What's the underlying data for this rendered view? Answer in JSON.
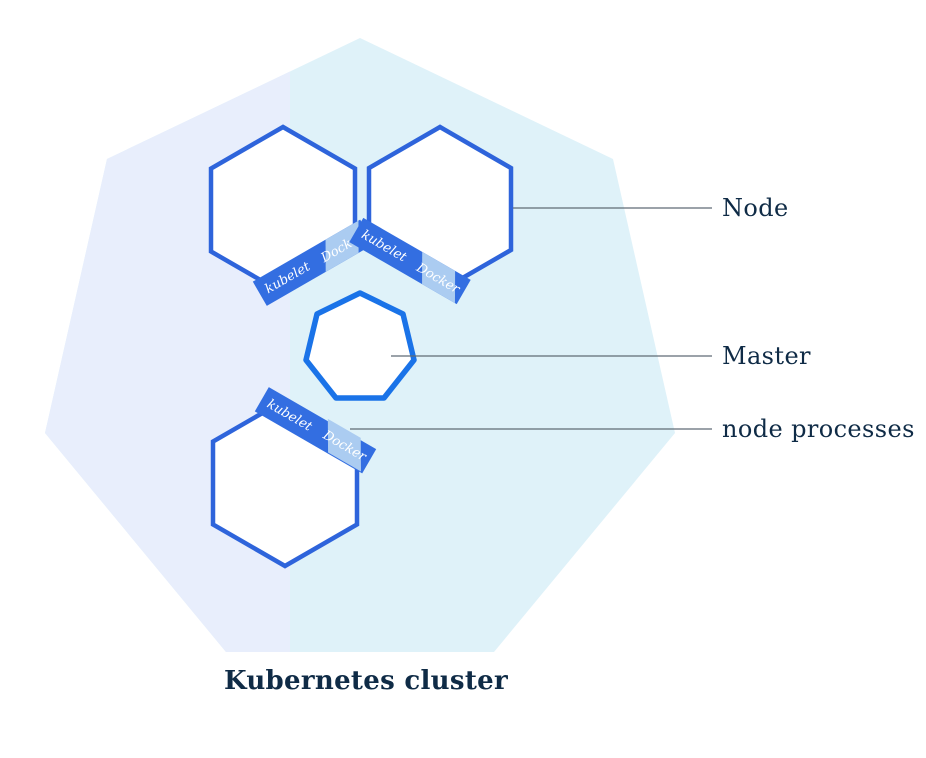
{
  "title": "Kubernetes cluster",
  "legend": {
    "node": "Node",
    "master": "Master",
    "node_processes": "node processes"
  },
  "nodes": [
    {
      "kubelet": "kubelet",
      "docker": "Docker"
    },
    {
      "kubelet": "kubelet",
      "docker": "Docker"
    },
    {
      "kubelet": "kubelet",
      "docker": "Docker"
    }
  ],
  "colors": {
    "cluster_left": "#e8eefc",
    "cluster_right": "#dff2f9",
    "node_fill": "#ffffff",
    "hex_stroke": "#2e64db",
    "band_fill": "#336ee1",
    "docker_chip": "#abccf1",
    "band_text": "#ffffff",
    "master_fill": "#ffffff",
    "master_stroke": "#1a73e8",
    "connector": "#5f6b76",
    "label_text": "#0f2b46"
  }
}
